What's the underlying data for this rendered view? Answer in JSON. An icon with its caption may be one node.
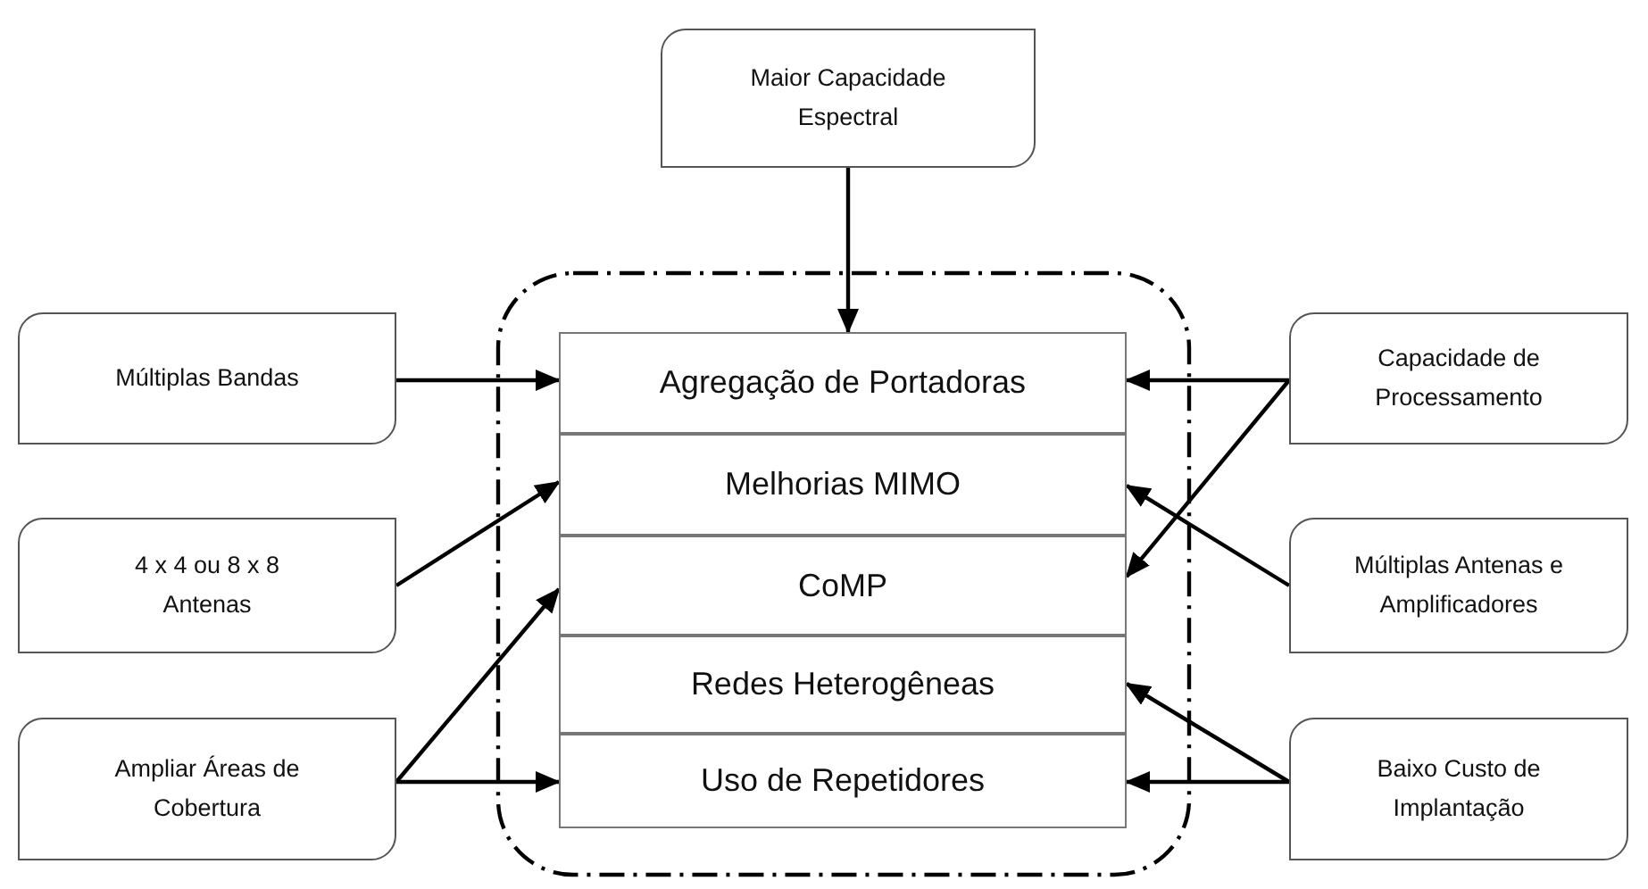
{
  "diagram": {
    "nodes": [
      {
        "text": [
          "Maior Capacidade Espectral"
        ]
      },
      {
        "text": [
          "Agregação de Portadoras"
        ]
      },
      {
        "text": [
          "Melhorias MIMO"
        ]
      },
      {
        "text": [
          "CoMP"
        ]
      },
      {
        "text": [
          "Redes Heterogêneas"
        ]
      },
      {
        "text": [
          "Uso de Repetidores"
        ]
      },
      {
        "text": [
          "Múltiplas Bandas"
        ]
      },
      {
        "text": [
          "4 x 4 ou 8 x 8 Antenas"
        ]
      },
      {
        "text": [
          "Ampliar Áreas de Cobertura"
        ]
      },
      {
        "text": [
          "Capacidade de Processamento"
        ]
      },
      {
        "text": [
          "Múltiplas Antenas e Amplificadores"
        ]
      },
      {
        "text": [
          "Baixo Custo de Implantação"
        ]
      }
    ],
    "edges": [
      {
        "from": 0,
        "to": 1,
        "arrow": "to"
      },
      {
        "from": 6,
        "to": 1,
        "arrow": "to"
      },
      {
        "from": 7,
        "to": 2,
        "arrow": "to"
      },
      {
        "from": 8,
        "to": 3,
        "arrow": "to"
      },
      {
        "from": 8,
        "to": 5,
        "arrow": "to"
      },
      {
        "from": 9,
        "to": 1,
        "arrow": "to"
      },
      {
        "from": 9,
        "to": 3,
        "arrow": "to"
      },
      {
        "from": 10,
        "to": 2,
        "arrow": "to"
      },
      {
        "from": 11,
        "to": 4,
        "arrow": "to"
      },
      {
        "from": 11,
        "to": 5,
        "arrow": "to"
      }
    ]
  }
}
